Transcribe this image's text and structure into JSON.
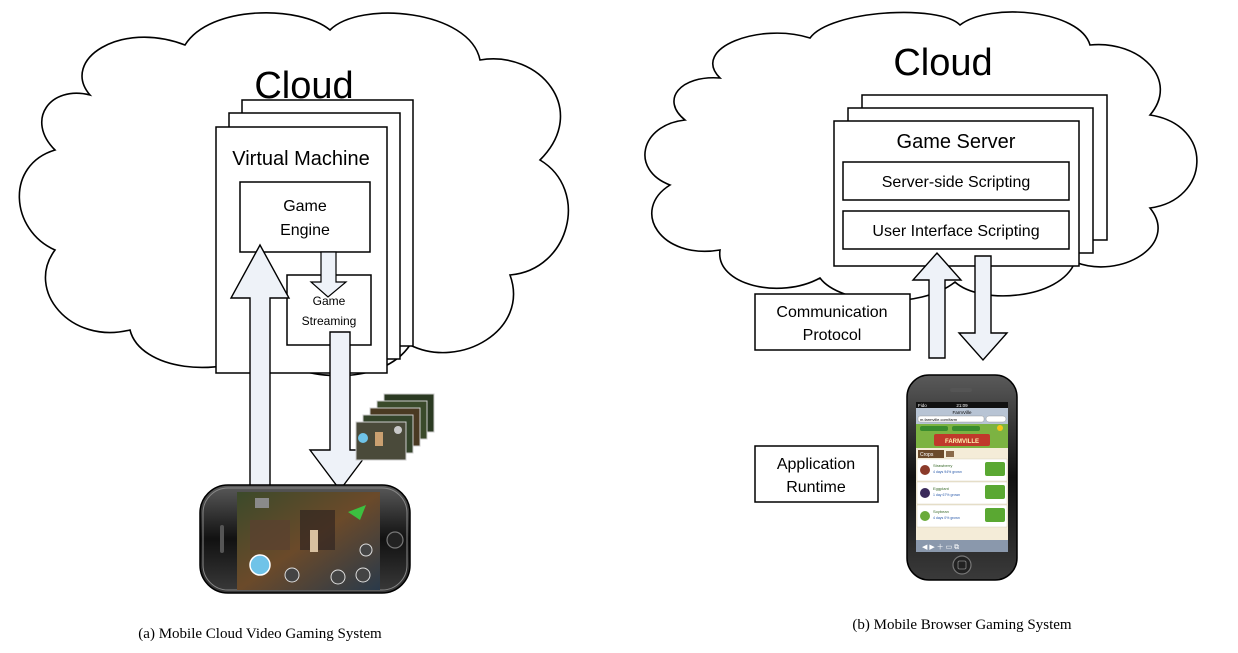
{
  "panel_a": {
    "cloud_label": "Cloud",
    "vm_label": "Virtual Machine",
    "engine_line1": "Game",
    "engine_line2": "Engine",
    "streaming_line1": "Game",
    "streaming_line2": "Streaming",
    "caption": "(a) Mobile Cloud Video Gaming System"
  },
  "panel_b": {
    "cloud_label": "Cloud",
    "server_label": "Game Server",
    "server_script_label": "Server-side Scripting",
    "ui_script_label": "User Interface Scripting",
    "protocol_line1": "Communication",
    "protocol_line2": "Protocol",
    "runtime_line1": "Application",
    "runtime_line2": "Runtime",
    "caption": "(b) Mobile Browser Gaming System",
    "phone_screen": {
      "carrier": "Fido",
      "time": "21:09",
      "app_title": "FarmVille",
      "url": "m.farmville.com/farm",
      "logo": "FARMVILLE",
      "tab": "Crops",
      "crops": [
        {
          "name": "Strawberry",
          "status": "4 days 94% grown"
        },
        {
          "name": "Eggplant",
          "status": "1 day 67% grown"
        },
        {
          "name": "Soybean",
          "status": "4 days 0% grown"
        }
      ]
    }
  },
  "colors": {
    "arrow_fill": "#eef2f8",
    "stroke": "#000000",
    "phone_body": "#1a1a1a",
    "farm_green": "#3a8c2e"
  }
}
